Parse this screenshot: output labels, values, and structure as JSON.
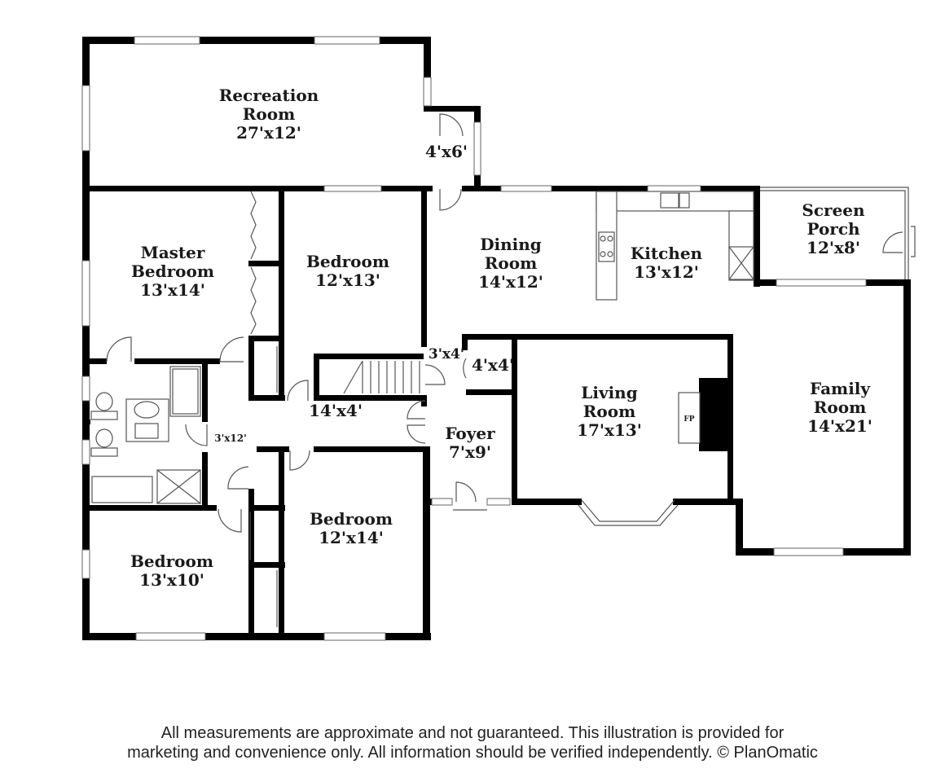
{
  "rooms": {
    "recreation": {
      "name_1": "Recreation",
      "name_2": "Room",
      "size": "27'x12'"
    },
    "vestibule": {
      "size": "4'x6'"
    },
    "master": {
      "name_1": "Master",
      "name_2": "Bedroom",
      "size": "13'x14'"
    },
    "bedroom_top": {
      "name": "Bedroom",
      "size": "12'x13'"
    },
    "dining": {
      "name_1": "Dining",
      "name_2": "Room",
      "size": "14'x12'"
    },
    "kitchen": {
      "name": "Kitchen",
      "size": "13'x12'"
    },
    "porch": {
      "name_1": "Screen",
      "name_2": "Porch",
      "size": "12'x8'"
    },
    "closet_a": {
      "size": "3'x4'"
    },
    "closet_b": {
      "size": "4'x4'"
    },
    "hall": {
      "size": "14'x4'"
    },
    "bath_hall": {
      "size": "3'x12'"
    },
    "living": {
      "name_1": "Living",
      "name_2": "Room",
      "size": "17'x13'"
    },
    "family": {
      "name_1": "Family",
      "name_2": "Room",
      "size": "14'x21'"
    },
    "foyer": {
      "name": "Foyer",
      "size": "7'x9'"
    },
    "bedroom_mid": {
      "name": "Bedroom",
      "size": "12'x14'"
    },
    "bedroom_low": {
      "name": "Bedroom",
      "size": "13'x10'"
    },
    "fireplace": {
      "label": "FP"
    }
  },
  "disclaimer": {
    "line1": "All measurements are approximate and not guaranteed. This illustration is provided for",
    "line2": "marketing and convenience only. All information should be verified independently. © PlanOmatic"
  }
}
